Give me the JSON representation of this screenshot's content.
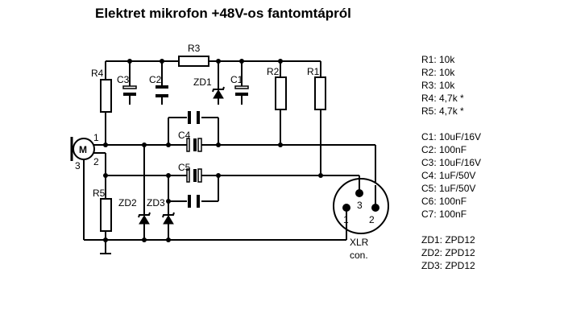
{
  "title": "Elektret mikrofon +48V-os fantomtápról",
  "labels": {
    "R1": "R1",
    "R2": "R2",
    "R3": "R3",
    "R4": "R4",
    "R5": "R5",
    "C1": "C1",
    "C2": "C2",
    "C3": "C3",
    "C4": "C4",
    "C5": "C5",
    "ZD1": "ZD1",
    "ZD2": "ZD2",
    "ZD3": "ZD3",
    "mic": "M",
    "mic_pin1": "1",
    "mic_pin2": "2",
    "mic_pin3": "3",
    "xlr_pin1": "1",
    "xlr_pin2": "2",
    "xlr_pin3": "3",
    "xlr_line1": "XLR",
    "xlr_line2": "con."
  },
  "legend": {
    "resistors": [
      "R1: 10k",
      "R2: 10k",
      "R3: 10k",
      "R4: 4,7k *",
      "R5: 4,7k *"
    ],
    "capacitors": [
      "C1: 10uF/16V",
      "C2: 100nF",
      "C3: 10uF/16V",
      "C4: 1uF/50V",
      "C5: 1uF/50V",
      "C6: 100nF",
      "C7: 100nF"
    ],
    "zeners": [
      "ZD1: ZPD12",
      "ZD2: ZPD12",
      "ZD3: ZPD12"
    ]
  }
}
